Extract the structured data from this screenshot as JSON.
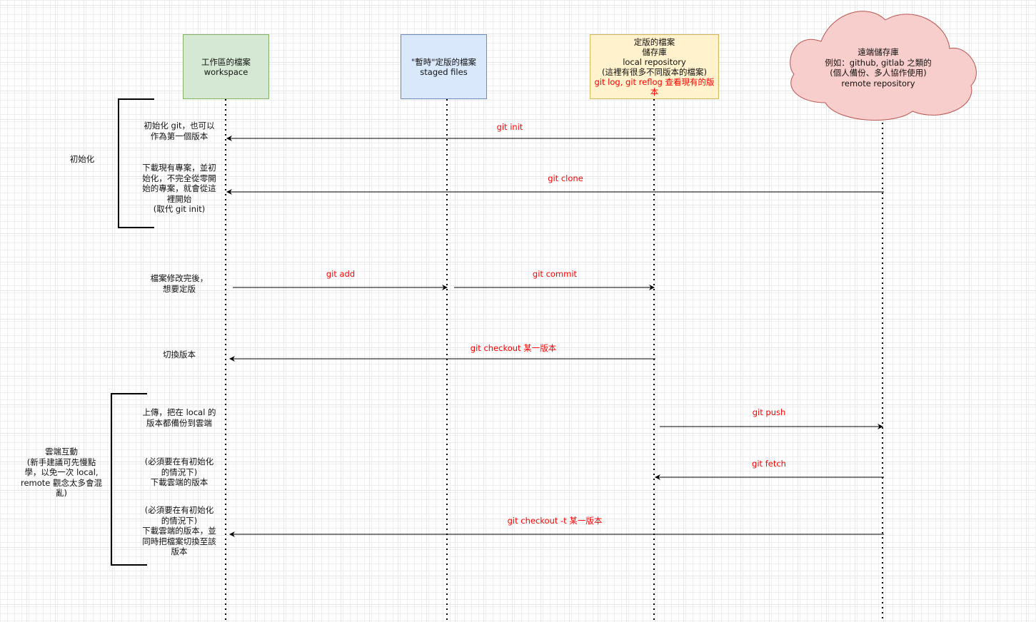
{
  "participants": {
    "workspace": {
      "line1": "工作區的檔案",
      "line2": "workspace"
    },
    "staged": {
      "line1": "\"暫時\"定版的檔案",
      "line2": "staged files"
    },
    "local": {
      "line1": "定版的檔案",
      "line2": "儲存庫",
      "line3": "local repository",
      "line4": "(這裡有很多不同版本的檔案)",
      "line5": "git log, git reflog 查看現有的版本"
    },
    "remote": {
      "line1": "遠端儲存庫",
      "line2": "例如：github, gitlab 之類的",
      "line3": "(個人備份、多人協作使用)",
      "line4": "remote repository"
    }
  },
  "groups": {
    "init": {
      "label": "初始化"
    },
    "cloud": {
      "line1": "雲端互動",
      "line2": "(新手建議可先慢點",
      "line3": "學，以免一次 local,",
      "line4": "remote 觀念太多會混",
      "line5": "亂)"
    }
  },
  "steps": {
    "init_desc": {
      "line1": "初始化 git，也可以",
      "line2": "作為第一個版本"
    },
    "clone_desc": {
      "line1": "下載現有專案，並初",
      "line2": "始化，不完全從零開",
      "line3": "始的專案，就會從這",
      "line4": "裡開始",
      "line5": "(取代 git init)"
    },
    "commit_desc": {
      "line1": "檔案修改完後，",
      "line2": "想要定版"
    },
    "checkout_desc": {
      "line1": "切換版本"
    },
    "push_desc": {
      "line1": "上傳，把在 local 的",
      "line2": "版本都備份到雲端"
    },
    "fetch_desc": {
      "line1": "(必須要在有初始化",
      "line2": "的情況下)",
      "line3": "下載雲端的版本"
    },
    "checkout_t_desc": {
      "line1": "(必須要在有初始化",
      "line2": "的情況下)",
      "line3": "下載雲端的版本，並",
      "line4": "同時把檔案切換至該",
      "line5": "版本"
    }
  },
  "messages": {
    "git_init": "git init",
    "git_clone": "git clone",
    "git_add": "git add",
    "git_commit": "git commit",
    "git_checkout": "git checkout 某一版本",
    "git_push": "git push",
    "git_fetch": "git fetch",
    "git_checkout_t": "git checkout -t 某一版本"
  },
  "colors": {
    "workspace_fill": "#d5e8d4",
    "staged_fill": "#dae8fc",
    "local_fill": "#fff2cc",
    "remote_fill": "#f8cecc",
    "message_text": "#ff0000"
  }
}
